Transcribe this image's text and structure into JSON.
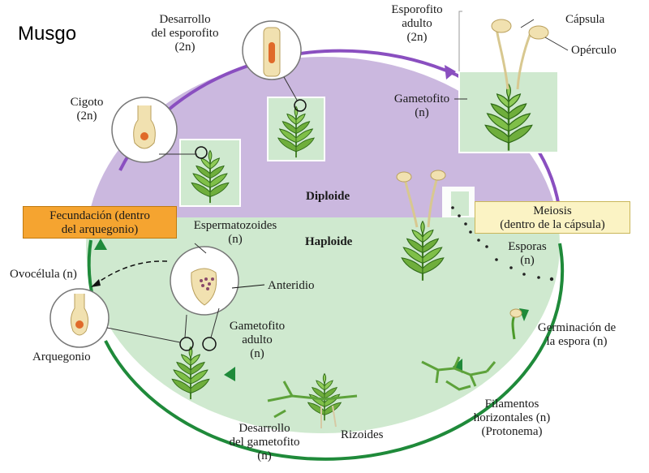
{
  "title": "Musgo",
  "phases": {
    "diploid": "Diploide",
    "haploid": "Haploide"
  },
  "labels": {
    "cigoto": "Cigoto",
    "cigoto_ploidy": "(2n)",
    "desarrollo_esporofito_1": "Desarrollo",
    "desarrollo_esporofito_2": "del esporofito",
    "desarrollo_esporofito_ploidy": "(2n)",
    "esporofito_adulto_1": "Esporofito",
    "esporofito_adulto_2": "adulto",
    "esporofito_adulto_ploidy": "(2n)",
    "capsula": "Cápsula",
    "operculo": "Opérculo",
    "gametofito": "Gametofito",
    "gametofito_ploidy": "(n)",
    "fecundacion_1": "Fecundación (dentro",
    "fecundacion_2": "del arquegonio)",
    "meiosis_1": "Meiosis",
    "meiosis_2": "(dentro de la cápsula)",
    "espermatozoides": "Espermatozoides",
    "espermatozoides_ploidy": "(n)",
    "esporas": "Esporas",
    "esporas_ploidy": "(n)",
    "ovocelula": "Ovocélula (n)",
    "anteridio": "Anteridio",
    "gametofito_adulto_1": "Gametofito",
    "gametofito_adulto_2": "adulto",
    "gametofito_adulto_ploidy": "(n)",
    "arquegonio": "Arquegonio",
    "germinacion_1": "Germinación de",
    "germinacion_2": "la espora (n)",
    "filamentos_1": "Filamentos",
    "filamentos_2": "horizontales (n)",
    "filamentos_3": "(Protonema)",
    "desarrollo_gametofito_1": "Desarrollo",
    "desarrollo_gametofito_2": "del gametofito",
    "desarrollo_gametofito_ploidy": "(n)",
    "rizoides": "Rizoides"
  },
  "colors": {
    "diploid_fill": "#cbb8df",
    "haploid_fill": "#cfe9cf",
    "cycle_purple": "#8a4fc0",
    "cycle_green": "#1f8a3a",
    "fecundacion_box": "#f5a430",
    "meiosis_box": "#fbf3c4",
    "leaf_green": "#6fae3c",
    "leaf_dark": "#3f7d22",
    "capsule": "#f1e1b0"
  }
}
